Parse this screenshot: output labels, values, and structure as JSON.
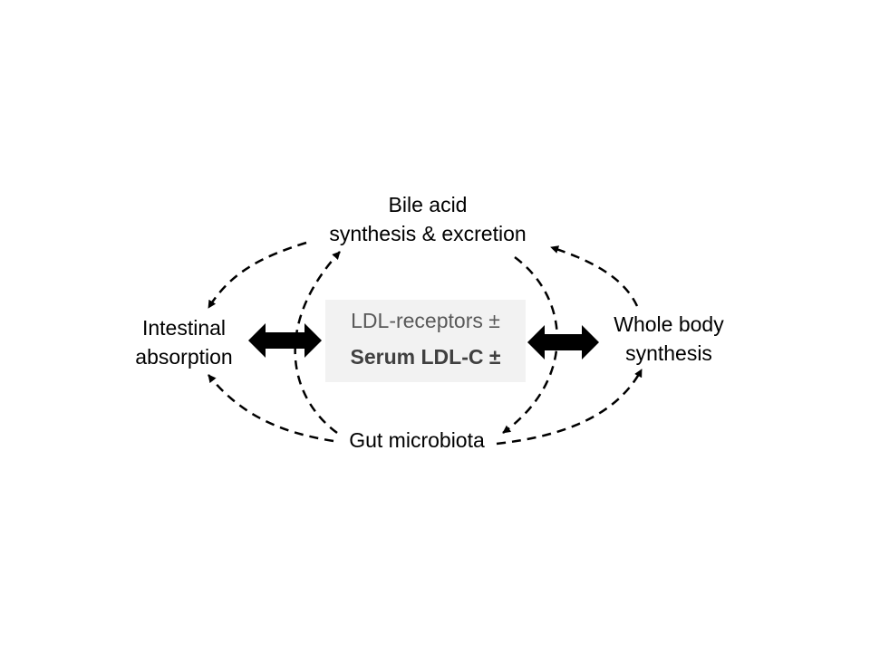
{
  "diagram": {
    "nodes": {
      "bile": {
        "line1": "Bile acid",
        "line2": "synthesis & excretion"
      },
      "intestinal": {
        "line1": "Intestinal",
        "line2": "absorption"
      },
      "whole_body": {
        "line1": "Whole body",
        "line2": "synthesis"
      },
      "gut": {
        "label": "Gut microbiota"
      }
    },
    "center": {
      "line1": "LDL-receptors ±",
      "line2": "Serum LDL-C ±",
      "background": "#f2f2f2"
    },
    "edges": [
      {
        "from": "bile",
        "to": "intestinal",
        "style": "dashed",
        "arrowhead": "end"
      },
      {
        "from": "gut",
        "to": "bile",
        "style": "dashed",
        "arrowhead": "end"
      },
      {
        "from": "gut",
        "to": "intestinal",
        "style": "dashed",
        "arrowhead": "end"
      },
      {
        "from": "whole_body",
        "to": "bile",
        "style": "dashed",
        "arrowhead": "end"
      },
      {
        "from": "bile",
        "to": "gut",
        "style": "dashed",
        "arrowhead": "end"
      },
      {
        "from": "gut",
        "to": "whole_body",
        "style": "dashed",
        "arrowhead": "end"
      },
      {
        "from": "intestinal",
        "to": "center",
        "style": "bold-double",
        "arrowhead": "both"
      },
      {
        "from": "center",
        "to": "whole_body",
        "style": "bold-double",
        "arrowhead": "both"
      }
    ]
  }
}
